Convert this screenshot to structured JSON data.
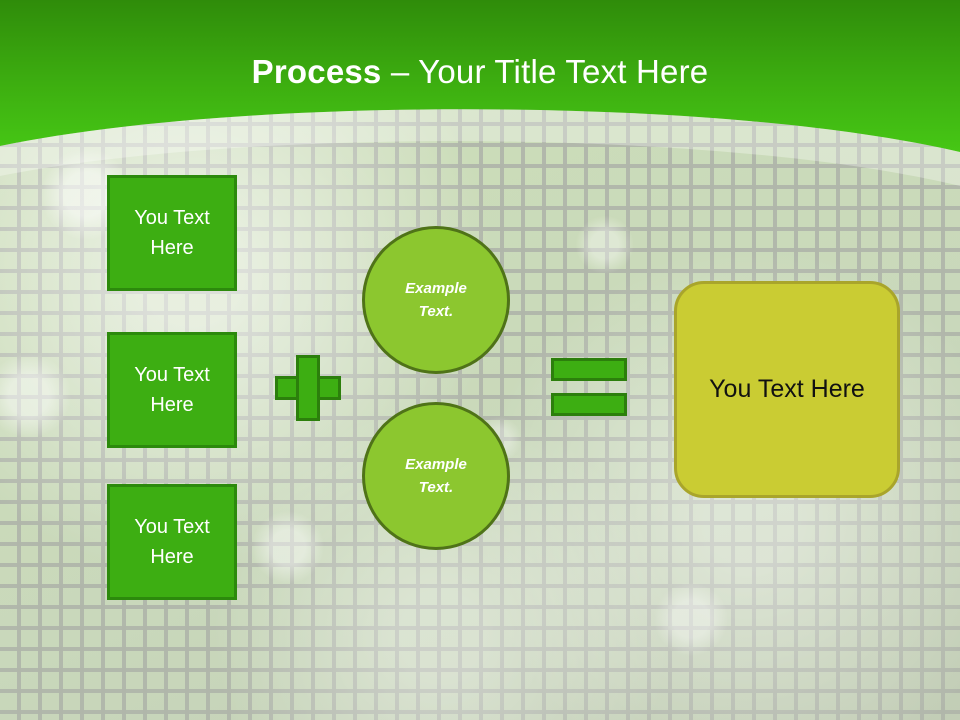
{
  "slide": {
    "title": {
      "strong": "Process",
      "light": " – Your Title Text Here"
    }
  },
  "theme": {
    "header_green_top": "#2F8C0A",
    "header_green_bottom": "#44C414",
    "box_green_fill": "#3DAE12",
    "box_green_border": "#2C8A0C",
    "circle_fill": "#8CC72F",
    "circle_border": "#4F7318",
    "result_fill": "#CACC33",
    "result_border": "#A9A52B",
    "background_base": "#C8CFC2",
    "title_color": "#FFFFFF"
  },
  "inputs": [
    {
      "line1": "You Text",
      "line2": "Here"
    },
    {
      "line1": "You Text",
      "line2": "Here"
    },
    {
      "line1": "You Text",
      "line2": "Here"
    }
  ],
  "operators": {
    "plus": "+",
    "equals": "="
  },
  "circles": [
    {
      "line1": "Example",
      "line2": "Text."
    },
    {
      "line1": "Example",
      "line2": "Text."
    }
  ],
  "result": {
    "label": "You Text Here"
  }
}
